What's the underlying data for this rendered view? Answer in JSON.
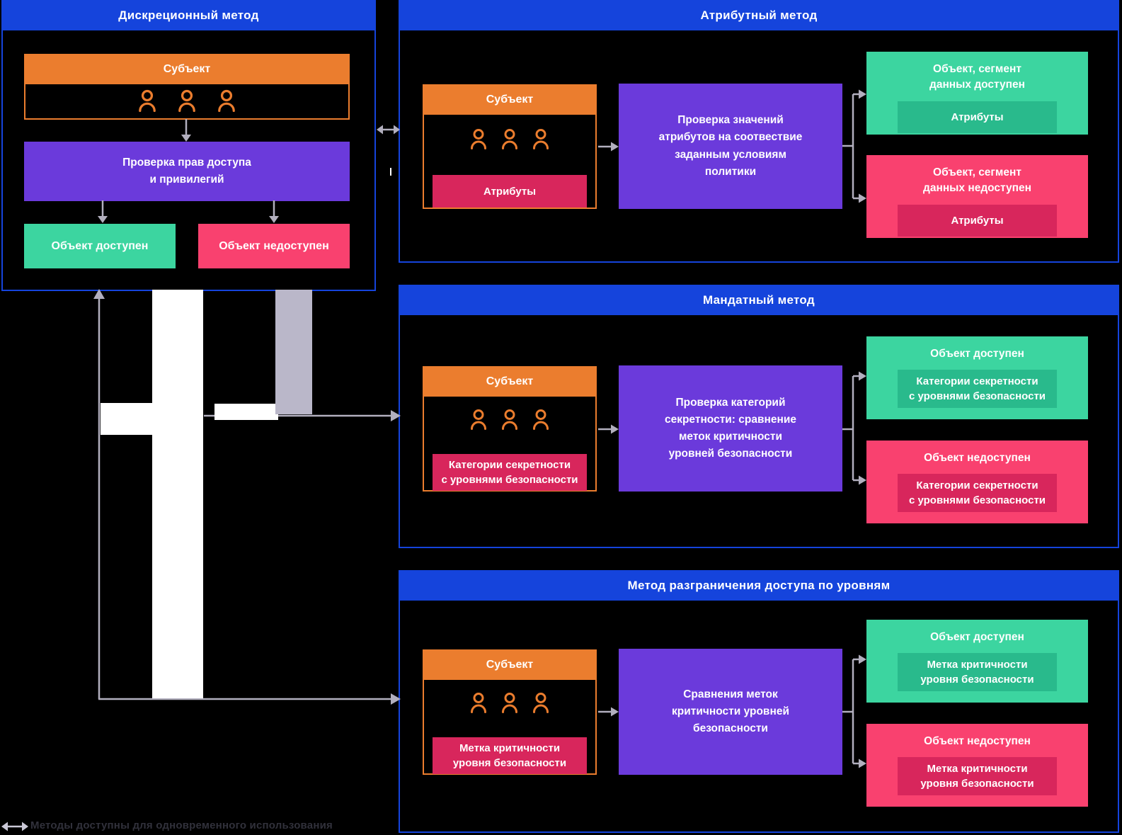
{
  "panels": {
    "discretionary": {
      "title": "Дискреционный метод",
      "subject_title": "Субъект",
      "process": "Проверка прав доступа\nи привилегий",
      "allowed_title": "Объект доступен",
      "denied_title": "Объект недоступен"
    },
    "attribute": {
      "title": "Атрибутный метод",
      "subject_title": "Субъект",
      "subject_tag": "Атрибуты",
      "process": "Проверка значений\nатрибутов на соотвествие\nзаданным условиям\nполитики",
      "allowed_title": "Объект, сегмент\nданных доступен",
      "allowed_tag": "Атрибуты",
      "denied_title": "Объект, сегмент\nданных недоступен",
      "denied_tag": "Атрибуты"
    },
    "mandatory": {
      "title": "Мандатный метод",
      "subject_title": "Субъект",
      "subject_tag": "Категории секретности\nс уровнями безопасности",
      "process": "Проверка категорий\nсекретности: сравнение\nметок критичности\nуровней безопасности",
      "allowed_title": "Объект доступен",
      "allowed_tag": "Категории секретности\nс уровнями безопасности",
      "denied_title": "Объект недоступен",
      "denied_tag": "Категории секретности\nс уровнями безопасности"
    },
    "level": {
      "title": "Метод разграничения доступа по уровням",
      "subject_title": "Субъект",
      "subject_tag": "Метка критичности\nуровня безопасности",
      "process": "Сравнения меток\nкритичности уровней\nбезопасности",
      "allowed_title": "Объект доступен",
      "allowed_tag": "Метка критичности\nуровня безопасности",
      "denied_title": "Объект недоступен",
      "denied_tag": "Метка критичности\nуровня безопасности"
    }
  },
  "legend": {
    "label": "Методы доступны для одновременного использования"
  },
  "icons": {
    "people": "users-icon",
    "flow": "arrow-icon",
    "simultaneous": "double-arrow-icon"
  },
  "colors": {
    "header_blue": "#1544DC",
    "subject_orange": "#EB7D2E",
    "process_purple": "#6B3ADB",
    "allowed_green": "#3CD5A0",
    "allowed_tag_green": "#29BA8C",
    "denied_pink": "#F9416F",
    "denied_tag_pink": "#D8265C",
    "arrow_gray": "#B2AFBE",
    "bar_lavender": "#BAB7C9",
    "legend_text": "#31313B"
  }
}
